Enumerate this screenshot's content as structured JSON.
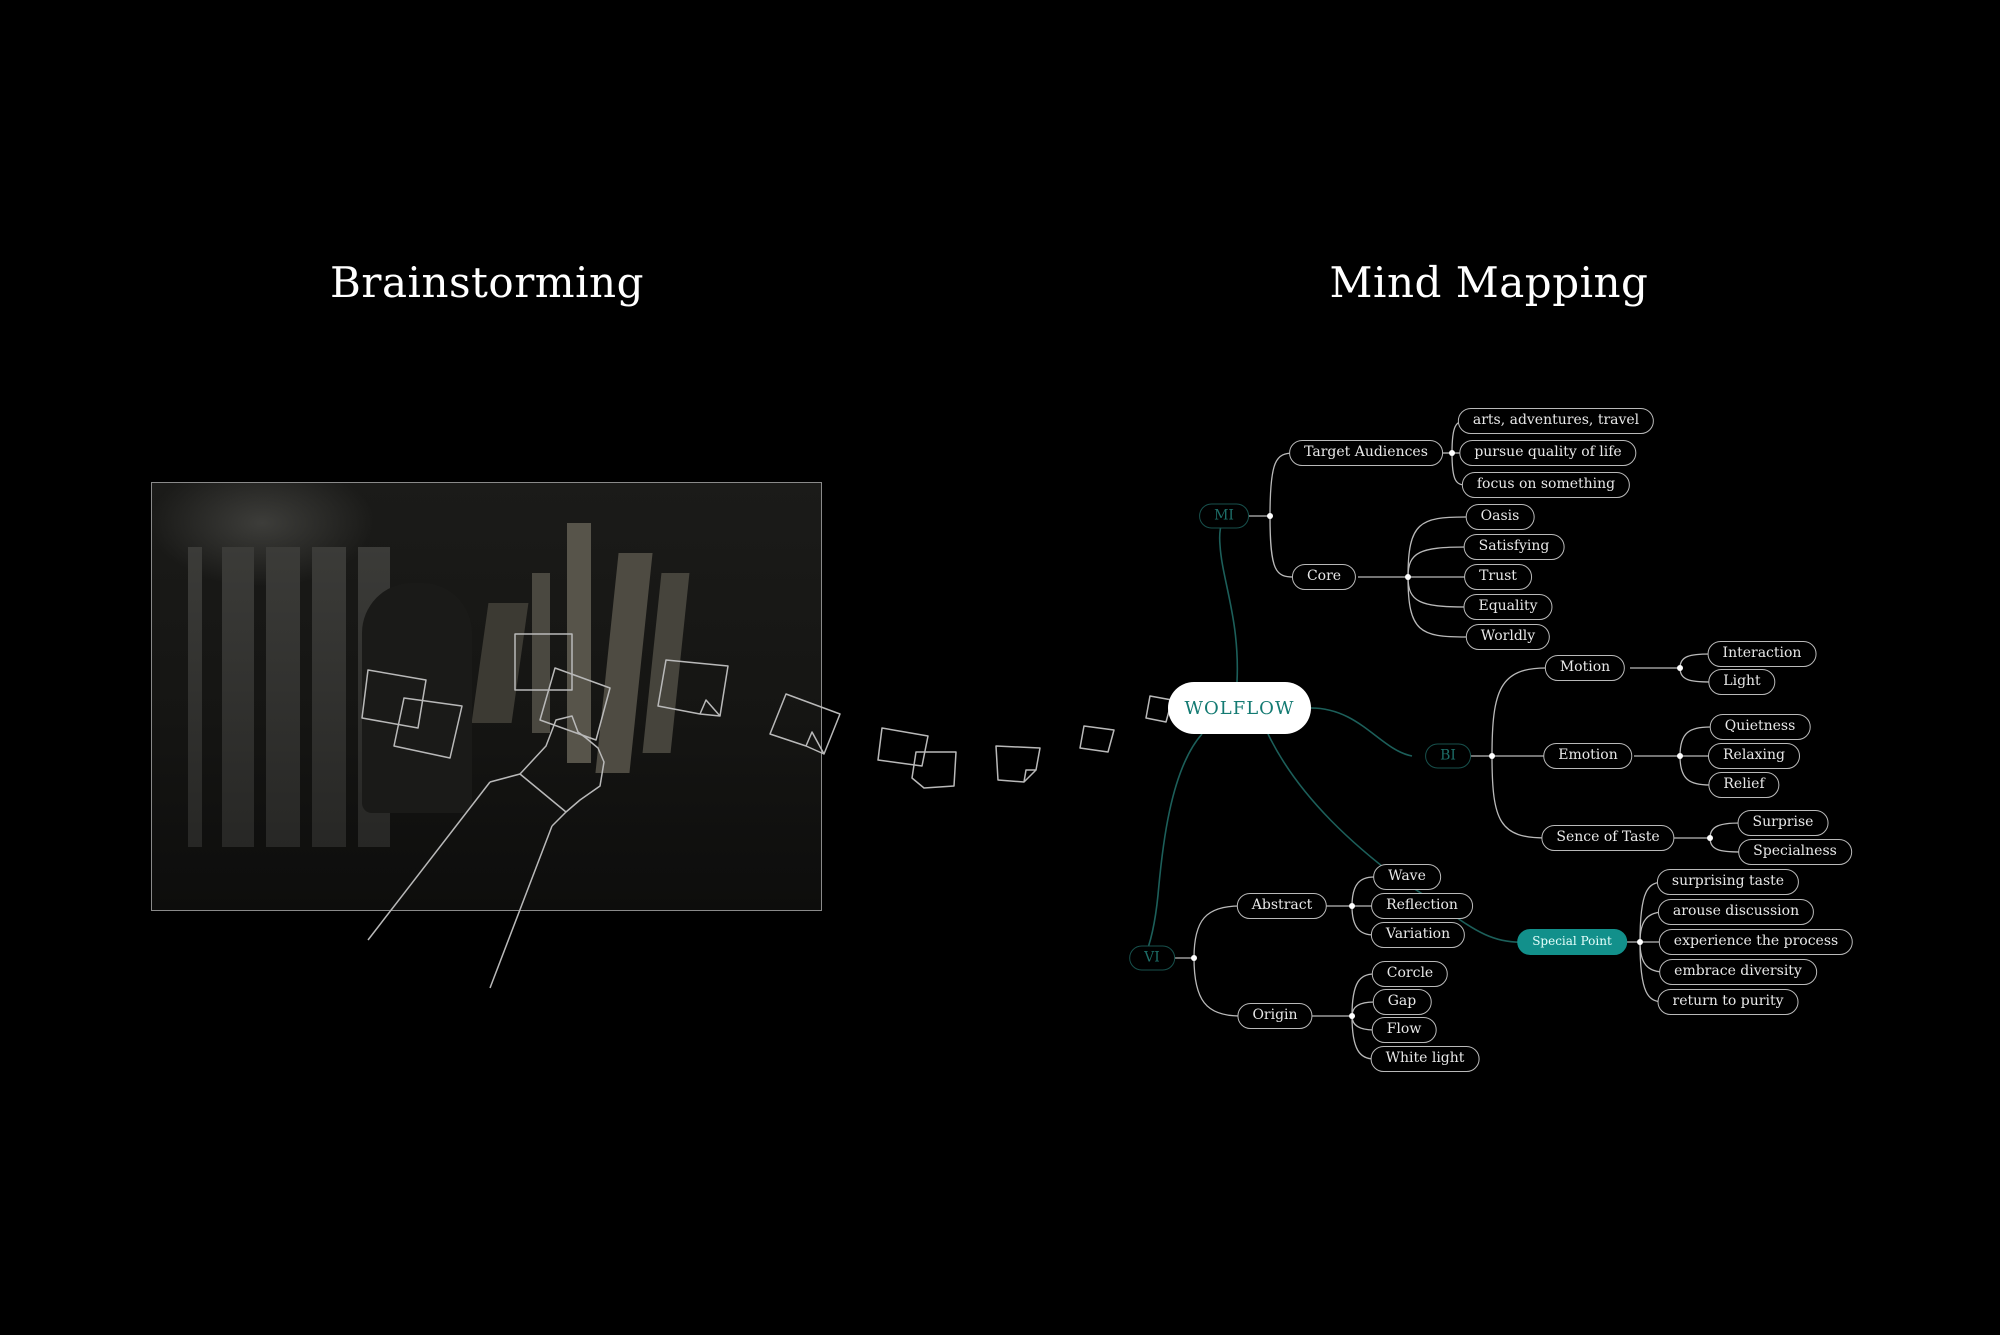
{
  "headings": {
    "brainstorming": "Brainstorming",
    "mind_mapping": "Mind Mapping"
  },
  "colors": {
    "background": "#000000",
    "accent": "#12908b",
    "branch_line": "#1c5f5a",
    "node_border": "#b9b9b9"
  },
  "mind_map": {
    "root": "WOLFLOW",
    "categories": {
      "mi": "MI",
      "bi": "BI",
      "vi": "VI"
    },
    "mi": {
      "target_audiences": {
        "label": "Target Audiences",
        "items": [
          "arts, adventures, travel",
          "pursue quality of life",
          "focus on something"
        ]
      },
      "core": {
        "label": "Core",
        "items": [
          "Oasis",
          "Satisfying",
          "Trust",
          "Equality",
          "Worldly"
        ]
      }
    },
    "bi": {
      "motion": {
        "label": "Motion",
        "items": [
          "Interaction",
          "Light"
        ]
      },
      "emotion": {
        "label": "Emotion",
        "items": [
          "Quietness",
          "Relaxing",
          "Relief"
        ]
      },
      "taste": {
        "label": "Sence of Taste",
        "items": [
          "Surprise",
          "Specialness"
        ]
      }
    },
    "vi": {
      "abstract": {
        "label": "Abstract",
        "items": [
          "Wave",
          "Reflection",
          "Variation"
        ]
      },
      "origin": {
        "label": "Origin",
        "items": [
          "Corcle",
          "Gap",
          "Flow",
          "White light"
        ]
      }
    },
    "special_point": {
      "label": "Special Point",
      "items": [
        "surprising taste",
        "arouse discussion",
        "experience the process",
        "embrace diversity",
        "return to purity"
      ]
    }
  }
}
